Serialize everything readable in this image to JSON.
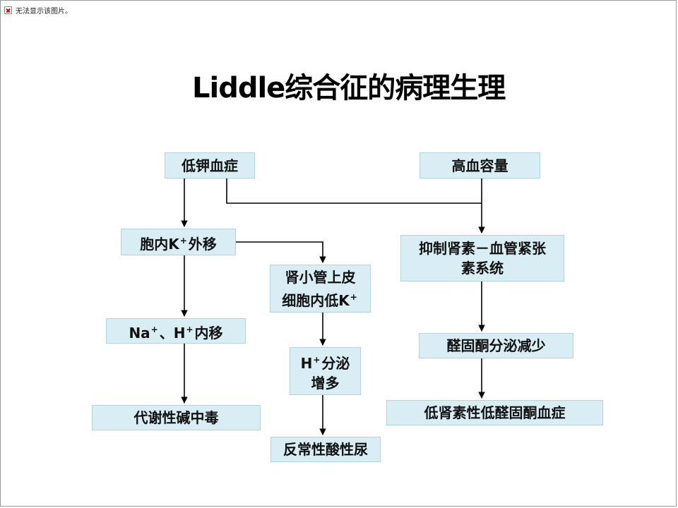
{
  "broken_image": {
    "text": "无法显示该图片。"
  },
  "title": "Liddle综合征的病理生理",
  "nodes": {
    "hypokalemia": "低钾血症",
    "hypervolemia": "高血容量",
    "k_shift": {
      "a": "胞内K",
      "sup": "+",
      "b": "外移"
    },
    "inhibit_raas": {
      "line1": "抑制肾素－血管紧张",
      "line2": "素系统"
    },
    "tubular_k": {
      "line1": "肾小管上皮",
      "line2a": "细胞内低K",
      "sup": "+"
    },
    "na_h_shift": {
      "a": "Na",
      "sup1": "+",
      "sep": "、H",
      "sup2": "+",
      "b": "内移"
    },
    "h_secretion": {
      "a": "H",
      "sup": "+",
      "b": "分泌",
      "line2": "增多"
    },
    "aldo_decrease": "醛固酮分泌减少",
    "metabolic_alkalosis": "代谢性碱中毒",
    "hypo_renin_aldo": "低肾素性低醛固酮血症",
    "acid_urine": "反常性酸性尿"
  },
  "colors": {
    "box_fill": "#d9eef4",
    "box_border": "#b4d3df",
    "line": "#000000"
  }
}
